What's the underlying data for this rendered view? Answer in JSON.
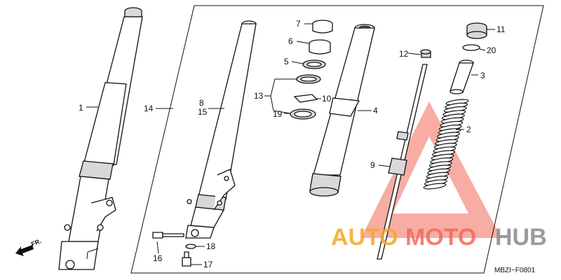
{
  "diagram": {
    "footer_code": "MBZI−F0801",
    "direction_label": "FR.",
    "watermark": {
      "part1": "AUTO",
      "part2": "MOTO",
      "part3": "HUB",
      "color_orange": "#f5a623",
      "color_red": "#f26b5b",
      "color_gray": "#8a8a8a"
    },
    "callouts": {
      "c1": "1",
      "c2": "2",
      "c3": "3",
      "c4": "4",
      "c5": "5",
      "c6": "6",
      "c7": "7",
      "c8": "8",
      "c9": "9",
      "c10": "10",
      "c11": "11",
      "c12": "12",
      "c13": "13",
      "c14": "14",
      "c15": "15",
      "c16": "16",
      "c17": "17",
      "c18": "18",
      "c19": "19",
      "c20": "20"
    }
  }
}
